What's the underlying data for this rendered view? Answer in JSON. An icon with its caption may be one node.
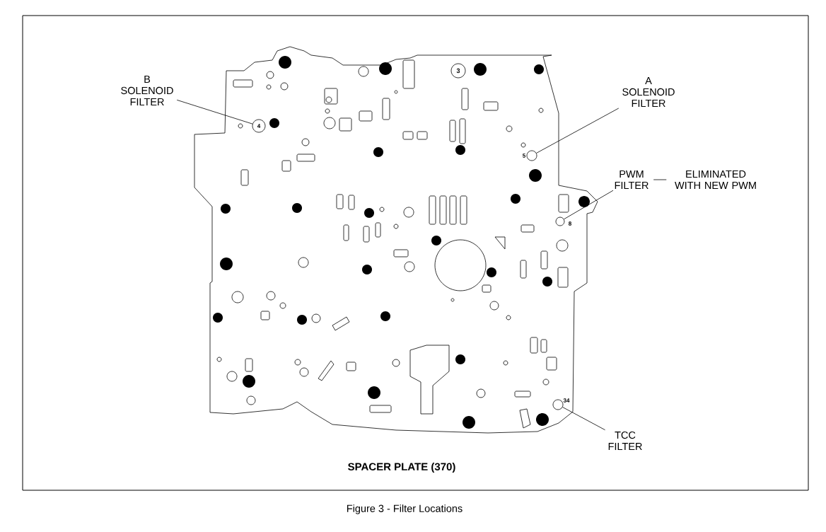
{
  "diagram": {
    "title": "SPACER PLATE (370)",
    "caption": "Figure 3 - Filter Locations",
    "nodes": [
      {
        "text": [
          "B SOLENOID FILTER"
        ]
      },
      {
        "text": [
          "4"
        ]
      },
      {
        "text": [
          "A SOLENOID FILTER"
        ]
      },
      {
        "text": [],
        "shape": "circle",
        "beside": [
          "5"
        ]
      },
      {
        "text": [
          "PWM FILTER"
        ]
      },
      {
        "text": [],
        "shape": "circle",
        "beside": [
          "8"
        ]
      },
      {
        "text": [
          "ELIMINATED WITH NEW PWM"
        ]
      },
      {
        "text": [
          "TCC FILTER"
        ]
      },
      {
        "text": [],
        "shape": "circle",
        "beside": [
          "34"
        ]
      },
      {
        "text": [
          "3"
        ]
      }
    ],
    "edges": [
      {
        "from": 0,
        "to": 1,
        "arrow": "none"
      },
      {
        "from": 2,
        "to": 3,
        "arrow": "none"
      },
      {
        "from": 4,
        "to": 5,
        "arrow": "none"
      },
      {
        "from": 4,
        "to": 6,
        "arrow": "none"
      },
      {
        "from": 7,
        "to": 8,
        "arrow": "none"
      }
    ]
  }
}
